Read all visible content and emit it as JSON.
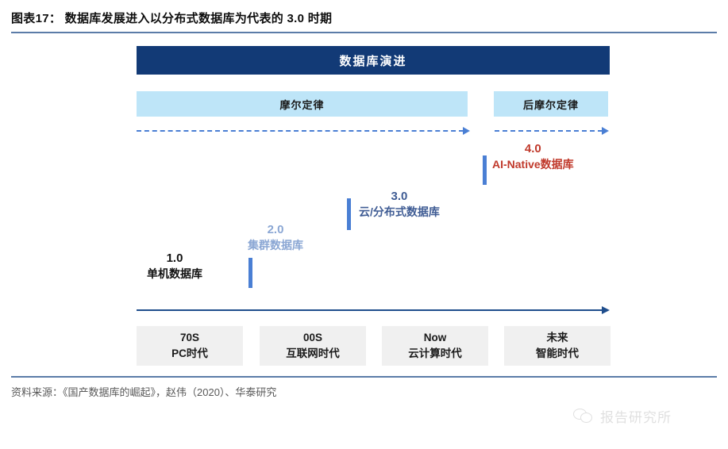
{
  "figure": {
    "title": "图表17： 数据库发展进入以分布式数据库为代表的 3.0 时期",
    "rule_color": "#5b7ca8"
  },
  "diagram": {
    "header": {
      "label": "数据库演进",
      "bg_color": "#123a76",
      "text_color": "#ffffff"
    },
    "law_bars": [
      {
        "name": "moore-law",
        "label": "摩尔定律",
        "bg_color": "#bee5f8"
      },
      {
        "name": "post-moore-law",
        "label": "后摩尔定律",
        "bg_color": "#bee5f8"
      }
    ],
    "dashed_arrow_color": "#4a7fd4",
    "baseline_arrow_color": "#1f4e8c",
    "stages": [
      {
        "version": "1.0",
        "name": "单机数据库",
        "color": "#111111"
      },
      {
        "version": "2.0",
        "name": "集群数据库",
        "color": "#8ba7d4"
      },
      {
        "version": "3.0",
        "name": "云/分布式数据库",
        "color": "#3f5c94"
      },
      {
        "version": "4.0",
        "name": "AI-Native数据库",
        "color": "#c0392b"
      }
    ],
    "eras": [
      {
        "period": "70S",
        "label": "PC时代"
      },
      {
        "period": "00S",
        "label": "互联网时代"
      },
      {
        "period": "Now",
        "label": "云计算时代"
      },
      {
        "period": "未来",
        "label": "智能时代"
      }
    ],
    "era_bg_color": "#f0f0f0"
  },
  "source": {
    "text": "资料来源：《国产数据库的崛起》，赵伟（2020）、华泰研究"
  },
  "watermark": {
    "text": "报告研究所",
    "icon": "wechat-icon"
  },
  "chart_data": {
    "type": "diagram",
    "title": "数据库演进",
    "subtitle": "图表17： 数据库发展进入以分布式数据库为代表的 3.0 时期",
    "categories": [
      "70S",
      "00S",
      "Now",
      "未来"
    ],
    "category_labels": [
      "PC时代",
      "互联网时代",
      "云计算时代",
      "智能时代"
    ],
    "series": [
      {
        "name": "1.0",
        "label": "单机数据库",
        "era": "70S",
        "level": 1
      },
      {
        "name": "2.0",
        "label": "集群数据库",
        "era": "00S",
        "level": 2
      },
      {
        "name": "3.0",
        "label": "云/分布式数据库",
        "era": "Now",
        "level": 3
      },
      {
        "name": "4.0",
        "label": "AI-Native数据库",
        "era": "未来",
        "level": 4
      }
    ],
    "bands": [
      {
        "name": "摩尔定律",
        "spans": [
          "70S",
          "00S",
          "Now"
        ]
      },
      {
        "name": "后摩尔定律",
        "spans": [
          "未来"
        ]
      }
    ],
    "legend": "",
    "xlabel": "",
    "ylabel": ""
  }
}
